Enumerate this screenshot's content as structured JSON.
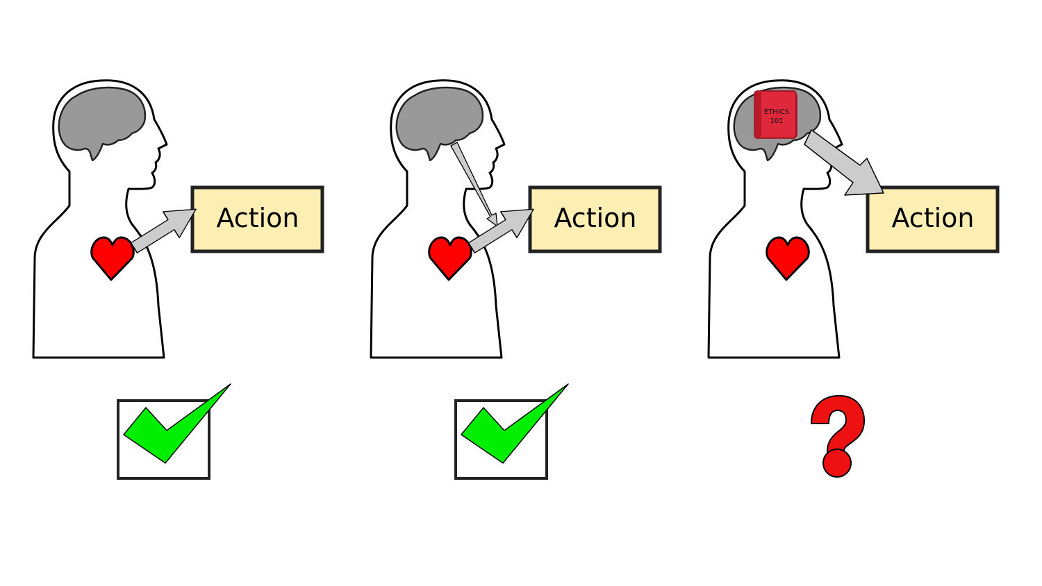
{
  "panels": [
    {
      "action_label": "Action",
      "verdict": "check",
      "reasoning": "heart-only"
    },
    {
      "action_label": "Action",
      "verdict": "check",
      "reasoning": "heart-with-brain"
    },
    {
      "action_label": "Action",
      "verdict": "question",
      "reasoning": "brain-only",
      "book": {
        "line1": "ETHICS",
        "line2": "101"
      }
    }
  ],
  "colors": {
    "brain": "#999999",
    "heart": "#ff0000",
    "action_box": "#fdeeb4",
    "arrow": "#cccccc",
    "check": "#00ee00",
    "question": "#ee1111",
    "book": "#e0283c"
  }
}
